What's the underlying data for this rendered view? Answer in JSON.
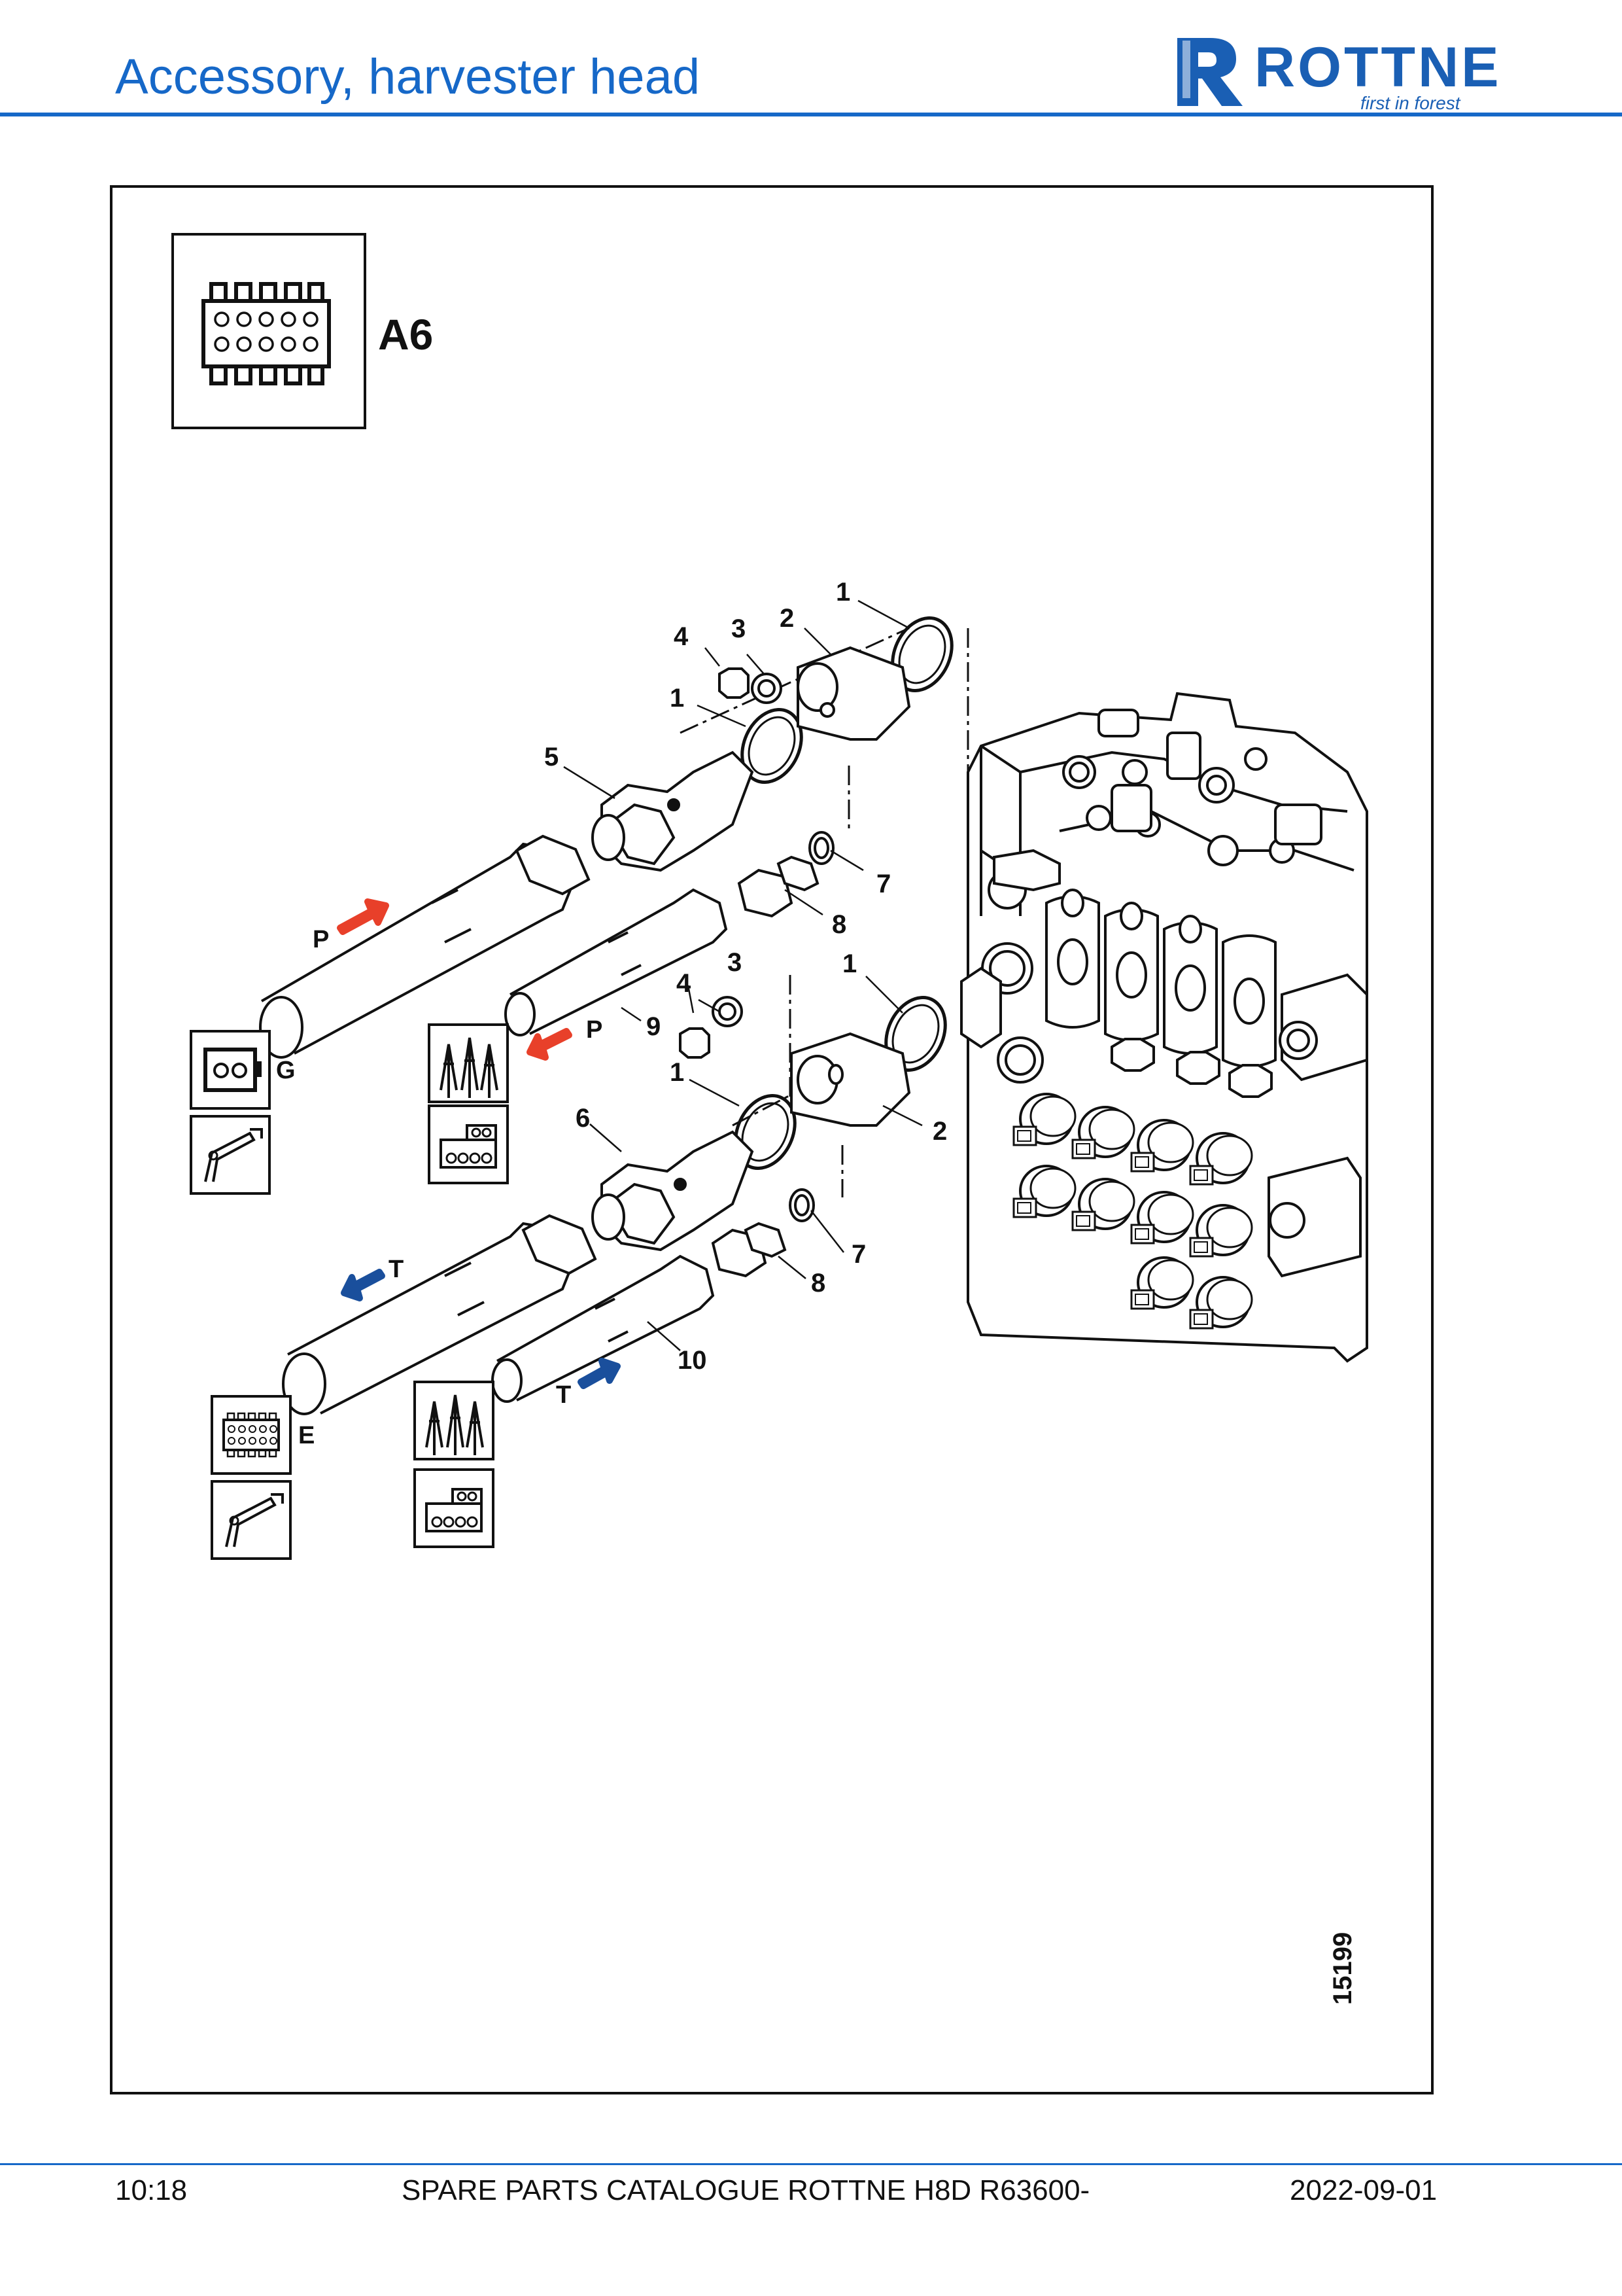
{
  "header": {
    "title": "Accessory, harvester head",
    "logo_text": "ROTTNE",
    "logo_tagline": "first in forest",
    "accent_color": "#1668c8"
  },
  "figure": {
    "section_code": "A6",
    "section_icon": "connector-block-icon",
    "drawing_number": "15199",
    "arrow_colors": {
      "pressure": "#e8402a",
      "tank": "#1a4f9c"
    },
    "callouts": {
      "c1": "1",
      "c1b": "1",
      "c1c": "1",
      "c1d": "1",
      "c2": "2",
      "c2b": "2",
      "c3": "3",
      "c3b": "3",
      "c4": "4",
      "c4b": "4",
      "c5": "5",
      "c6": "6",
      "c7": "7",
      "c7b": "7",
      "c8": "8",
      "c8b": "8",
      "c9": "9",
      "c10": "10"
    },
    "line_labels": {
      "p1": "P",
      "p2": "P",
      "t1": "T",
      "t2": "T"
    },
    "symbol_labels": {
      "g": "G",
      "e": "E"
    }
  },
  "footer": {
    "page": "10:18",
    "catalogue": "SPARE PARTS CATALOGUE ROTTNE H8D R63600-",
    "date": "2022-09-01"
  }
}
